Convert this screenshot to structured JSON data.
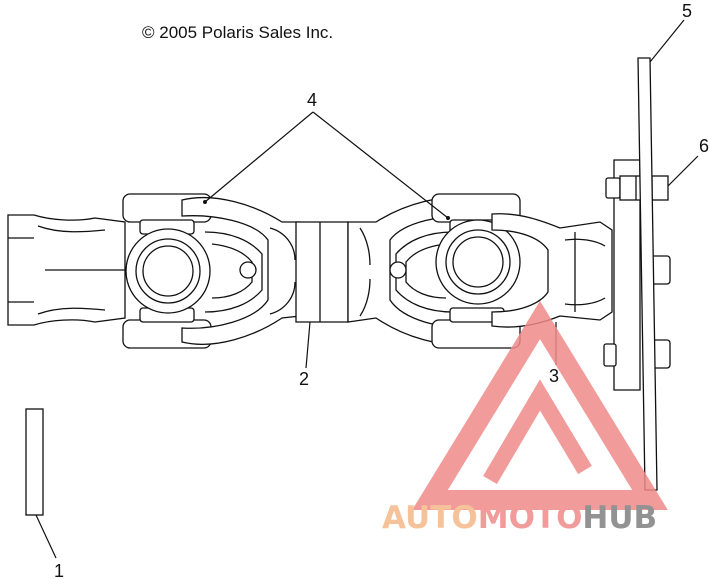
{
  "copyright": "© 2005 Polaris Sales Inc.",
  "callouts": [
    {
      "id": "1",
      "label": "1"
    },
    {
      "id": "2",
      "label": "2"
    },
    {
      "id": "3",
      "label": "3"
    },
    {
      "id": "4",
      "label": "4"
    },
    {
      "id": "5",
      "label": "5"
    },
    {
      "id": "6",
      "label": "6"
    }
  ],
  "watermark": {
    "part1": "AUTO",
    "part2": "MOTO",
    "part3": "HUB",
    "color_orange": "#f5b889",
    "color_red": "#f08a8a",
    "color_gray": "#7f7f7f"
  }
}
